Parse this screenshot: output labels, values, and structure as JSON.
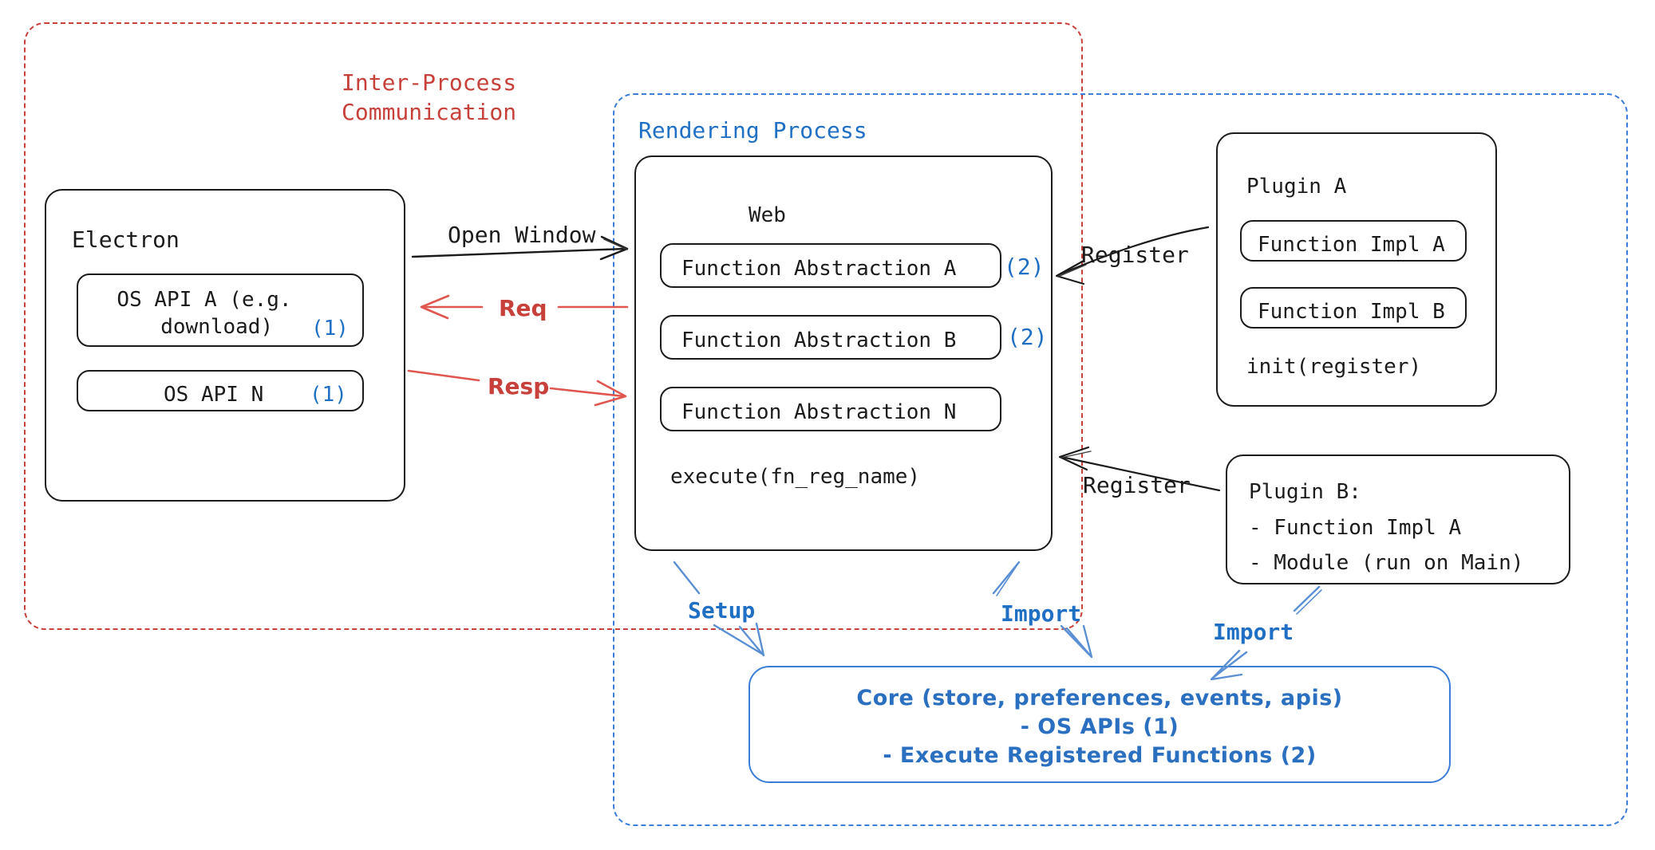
{
  "colors": {
    "red": "#c8403a",
    "blue": "#3b7dd8",
    "blue_text": "#1f6fc4",
    "core_blue": "#2a6fc0",
    "ink": "#1b1b1b",
    "background": "#ffffff"
  },
  "diagram": {
    "title_ipc": "Inter-Process\nCommunication",
    "title_rendering": "Rendering Process"
  },
  "electron": {
    "title": "Electron",
    "apis": [
      {
        "label": "OS API A (e.g.\n  download)",
        "marker": "(1)"
      },
      {
        "label": "OS API N",
        "marker": "(1)"
      }
    ]
  },
  "web": {
    "title": "Web",
    "abstractions": [
      {
        "label": "Function Abstraction A",
        "marker": "(2)"
      },
      {
        "label": "Function Abstraction B",
        "marker": "(2)"
      },
      {
        "label": "Function Abstraction N",
        "marker": ""
      }
    ],
    "footer": "execute(fn_reg_name)"
  },
  "plugin_a": {
    "title": "Plugin A",
    "functions": [
      "Function Impl A",
      "Function Impl B"
    ],
    "footer": "init(register)"
  },
  "plugin_b": {
    "title": "Plugin B:",
    "lines": [
      "- Function Impl A",
      "- Module (run on Main)"
    ]
  },
  "core": {
    "line1": "Core (store, preferences, events, apis)",
    "line2": "- OS APIs (1)",
    "line3": "- Execute Registered Functions (2)"
  },
  "edges": {
    "open_window": "Open Window",
    "req": "Req",
    "resp": "Resp",
    "register_a": "Register",
    "register_b": "Register",
    "setup": "Setup",
    "import_web": "Import",
    "import_plugin_b": "Import"
  }
}
